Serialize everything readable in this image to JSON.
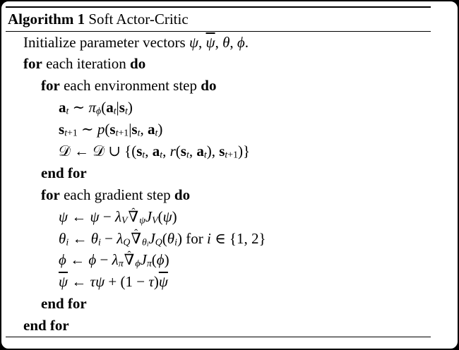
{
  "colors": {
    "background": "#ffffff",
    "frame": "#000000",
    "text": "#000000"
  },
  "title": {
    "tokens": [
      [
        "kw",
        "Algorithm 1"
      ],
      [
        "t",
        " Soft Actor-Critic"
      ]
    ]
  },
  "lines": [
    {
      "indent": 0,
      "tokens": [
        [
          "t",
          "Initialize parameter vectors "
        ],
        [
          "i",
          "ψ"
        ],
        [
          "n",
          ", "
        ],
        [
          "ibar",
          "ψ"
        ],
        [
          "n",
          ", "
        ],
        [
          "i",
          "θ"
        ],
        [
          "n",
          ", "
        ],
        [
          "i",
          "ϕ"
        ],
        [
          "n",
          "."
        ]
      ]
    },
    {
      "indent": 0,
      "tokens": [
        [
          "kw",
          "for"
        ],
        [
          "t",
          " each iteration "
        ],
        [
          "kw",
          "do"
        ]
      ]
    },
    {
      "indent": 1,
      "tokens": [
        [
          "kw",
          "for"
        ],
        [
          "t",
          " each environment step "
        ],
        [
          "kw",
          "do"
        ]
      ]
    },
    {
      "indent": 2,
      "tokens": [
        [
          "b",
          "a"
        ],
        [
          "si",
          "t"
        ],
        [
          "n",
          " ∼ "
        ],
        [
          "i",
          "π"
        ],
        [
          "si",
          "ϕ"
        ],
        [
          "n",
          "("
        ],
        [
          "b",
          "a"
        ],
        [
          "si",
          "t"
        ],
        [
          "n",
          "|"
        ],
        [
          "b",
          "s"
        ],
        [
          "si",
          "t"
        ],
        [
          "n",
          ")"
        ]
      ]
    },
    {
      "indent": 2,
      "tokens": [
        [
          "b",
          "s"
        ],
        [
          "si",
          "t"
        ],
        [
          "s",
          "+1"
        ],
        [
          "n",
          " ∼ "
        ],
        [
          "i",
          "p"
        ],
        [
          "n",
          "("
        ],
        [
          "b",
          "s"
        ],
        [
          "si",
          "t"
        ],
        [
          "s",
          "+1"
        ],
        [
          "n",
          "|"
        ],
        [
          "b",
          "s"
        ],
        [
          "si",
          "t"
        ],
        [
          "n",
          ", "
        ],
        [
          "b",
          "a"
        ],
        [
          "si",
          "t"
        ],
        [
          "n",
          ")"
        ]
      ]
    },
    {
      "indent": 2,
      "tokens": [
        [
          "cal",
          "𝒟"
        ],
        [
          "n",
          " ← "
        ],
        [
          "cal",
          "𝒟"
        ],
        [
          "n",
          " ∪ {("
        ],
        [
          "b",
          "s"
        ],
        [
          "si",
          "t"
        ],
        [
          "n",
          ", "
        ],
        [
          "b",
          "a"
        ],
        [
          "si",
          "t"
        ],
        [
          "n",
          ", "
        ],
        [
          "i",
          "r"
        ],
        [
          "n",
          "("
        ],
        [
          "b",
          "s"
        ],
        [
          "si",
          "t"
        ],
        [
          "n",
          ", "
        ],
        [
          "b",
          "a"
        ],
        [
          "si",
          "t"
        ],
        [
          "n",
          "), "
        ],
        [
          "b",
          "s"
        ],
        [
          "si",
          "t"
        ],
        [
          "s",
          "+1"
        ],
        [
          "n",
          ")}"
        ]
      ]
    },
    {
      "indent": 1,
      "tokens": [
        [
          "kw",
          "end for"
        ]
      ]
    },
    {
      "indent": 1,
      "tokens": [
        [
          "kw",
          "for"
        ],
        [
          "t",
          " each gradient step "
        ],
        [
          "kw",
          "do"
        ]
      ]
    },
    {
      "indent": 2,
      "tokens": [
        [
          "i",
          "ψ"
        ],
        [
          "n",
          " ← "
        ],
        [
          "i",
          "ψ"
        ],
        [
          "n",
          " − "
        ],
        [
          "i",
          "λ"
        ],
        [
          "si",
          "V"
        ],
        [
          "nh",
          "∇"
        ],
        [
          "si",
          "ψ"
        ],
        [
          "i",
          "J"
        ],
        [
          "si",
          "V"
        ],
        [
          "n",
          "("
        ],
        [
          "i",
          "ψ"
        ],
        [
          "n",
          ")"
        ]
      ]
    },
    {
      "indent": 2,
      "tokens": [
        [
          "i",
          "θ"
        ],
        [
          "si",
          "i"
        ],
        [
          "n",
          " ← "
        ],
        [
          "i",
          "θ"
        ],
        [
          "si",
          "i"
        ],
        [
          "n",
          " − "
        ],
        [
          "i",
          "λ"
        ],
        [
          "si",
          "Q"
        ],
        [
          "nh",
          "∇"
        ],
        [
          "si",
          "θ"
        ],
        [
          "ss",
          "i"
        ],
        [
          "i",
          "J"
        ],
        [
          "si",
          "Q"
        ],
        [
          "n",
          "("
        ],
        [
          "i",
          "θ"
        ],
        [
          "si",
          "i"
        ],
        [
          "n",
          ") "
        ],
        [
          "t",
          "for "
        ],
        [
          "i",
          "i"
        ],
        [
          "n",
          " ∈ {1, 2}"
        ]
      ]
    },
    {
      "indent": 2,
      "tokens": [
        [
          "i",
          "ϕ"
        ],
        [
          "n",
          " ← "
        ],
        [
          "i",
          "ϕ"
        ],
        [
          "n",
          " − "
        ],
        [
          "i",
          "λ"
        ],
        [
          "si",
          "π"
        ],
        [
          "nh",
          "∇"
        ],
        [
          "si",
          "ϕ"
        ],
        [
          "i",
          "J"
        ],
        [
          "si",
          "π"
        ],
        [
          "n",
          "("
        ],
        [
          "i",
          "ϕ"
        ],
        [
          "n",
          ")"
        ]
      ]
    },
    {
      "indent": 2,
      "tokens": [
        [
          "ibar",
          "ψ"
        ],
        [
          "n",
          " ← "
        ],
        [
          "i",
          "τ"
        ],
        [
          "i",
          "ψ"
        ],
        [
          "n",
          " + (1 − "
        ],
        [
          "i",
          "τ"
        ],
        [
          "n",
          ")"
        ],
        [
          "ibar",
          "ψ"
        ]
      ]
    },
    {
      "indent": 1,
      "tokens": [
        [
          "kw",
          "end for"
        ]
      ]
    },
    {
      "indent": 0,
      "tokens": [
        [
          "kw",
          "end for"
        ]
      ]
    }
  ]
}
